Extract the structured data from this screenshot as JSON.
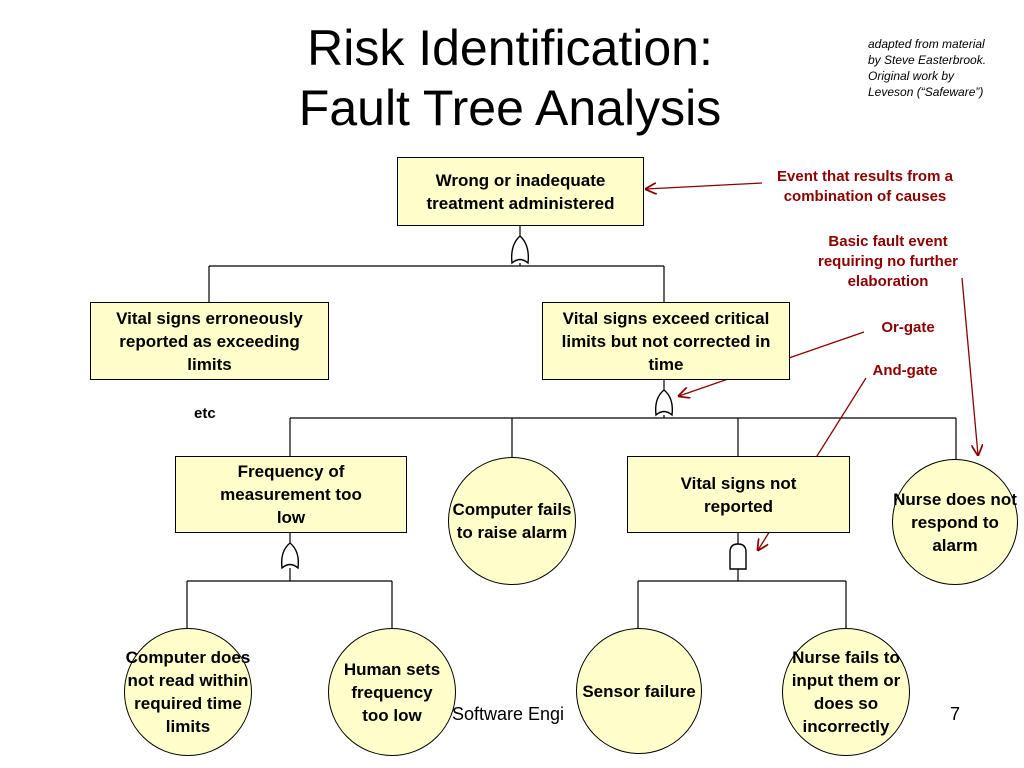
{
  "title": {
    "line1": "Risk Identification:",
    "line2": "Fault Tree Analysis"
  },
  "credit": {
    "line1": "adapted from material",
    "line2": "by Steve Easterbrook.",
    "line3": "Original work by",
    "line4": "Leveson (“Safeware”)"
  },
  "nodes": {
    "top": "Wrong or inadequate treatment administered",
    "left": "Vital signs erroneously reported as exceeding limits",
    "right": "Vital signs exceed critical limits but not corrected in time",
    "frequency": "Frequency of measurement too low",
    "computer_alarm": "Computer fails to raise alarm",
    "not_reported": "Vital signs not reported",
    "nurse_respond": "Nurse does not respond to alarm",
    "computer_read": "Computer does not read within required time limits",
    "human_sets": "Human sets frequency too low",
    "sensor": "Sensor failure",
    "nurse_input": "Nurse fails to input them or does so incorrectly"
  },
  "etc_label": "etc",
  "annotations": {
    "event": "Event that results from a combination of causes",
    "basic": "Basic fault event requiring no further elaboration",
    "or_gate": "Or-gate",
    "and_gate": "And-gate"
  },
  "footer": {
    "text": "Software Engi",
    "page": "7"
  },
  "colors": {
    "box_fill": "#ffffcc",
    "annotation": "#8b0000",
    "line": "#000000"
  }
}
